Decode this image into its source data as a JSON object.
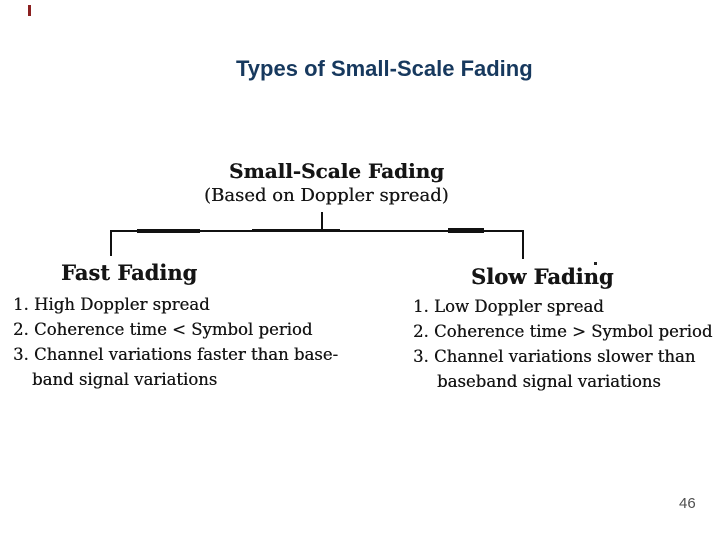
{
  "slide": {
    "title": "Types of Small-Scale Fading",
    "page_number": "46"
  },
  "colors": {
    "title_text": "#17395E",
    "diagram_ink": "#151515",
    "page_number_text": "#4f4f4f",
    "accent_mark": "#8B2020"
  },
  "diagram": {
    "root_heading": "Small-Scale Fading",
    "root_subheading": "(Based on Doppler spread)",
    "branches": [
      {
        "heading": "Fast Fading",
        "lines": [
          "1. High Doppler spread",
          "2. Coherence time < Symbol period",
          "3. Channel variations faster than base-",
          "band signal variations"
        ]
      },
      {
        "heading": "Slow Fading",
        "lines": [
          "1. Low Doppler spread",
          "2. Coherence time > Symbol period",
          "3. Channel variations slower than",
          "baseband signal variations"
        ]
      }
    ]
  }
}
